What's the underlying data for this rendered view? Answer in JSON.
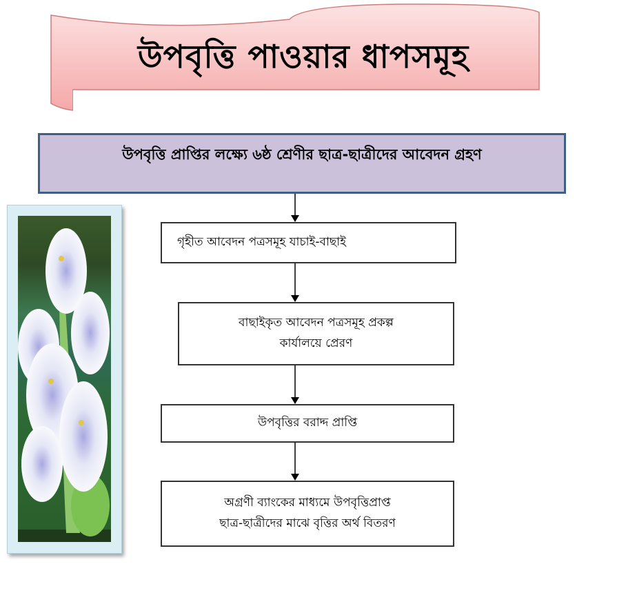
{
  "title": "উপবৃত্তি পাওয়ার ধাপসমূহ",
  "steps": [
    "উপবৃত্তি প্রাপ্তির লক্ষ্যে ৬ষ্ঠ শ্রেণীর ছাত্র-ছাত্রীদের আবেদন গ্রহণ",
    "গৃহীত আবেদন পত্রসমূহ যাচাই-বাছাই",
    [
      "বাছাইকৃত আবেদন পত্রসমূহ প্রকল্প",
      "কার্যালয়ে প্রেরণ"
    ],
    "উপবৃত্তির বরাদ্দ প্রাপ্তি",
    [
      "অগ্রণী ব্যাংকের মাধ্যমে উপবৃত্তিপ্রাপ্ত",
      "ছাত্র-ছাত্রীদের মাঝে বৃত্তির অর্থ বিতরণ"
    ]
  ],
  "colors": {
    "banner": "#f9c3c3",
    "first_box": "#ccc1da",
    "first_border": "#3f5f86",
    "frame": "#dbeef4"
  }
}
